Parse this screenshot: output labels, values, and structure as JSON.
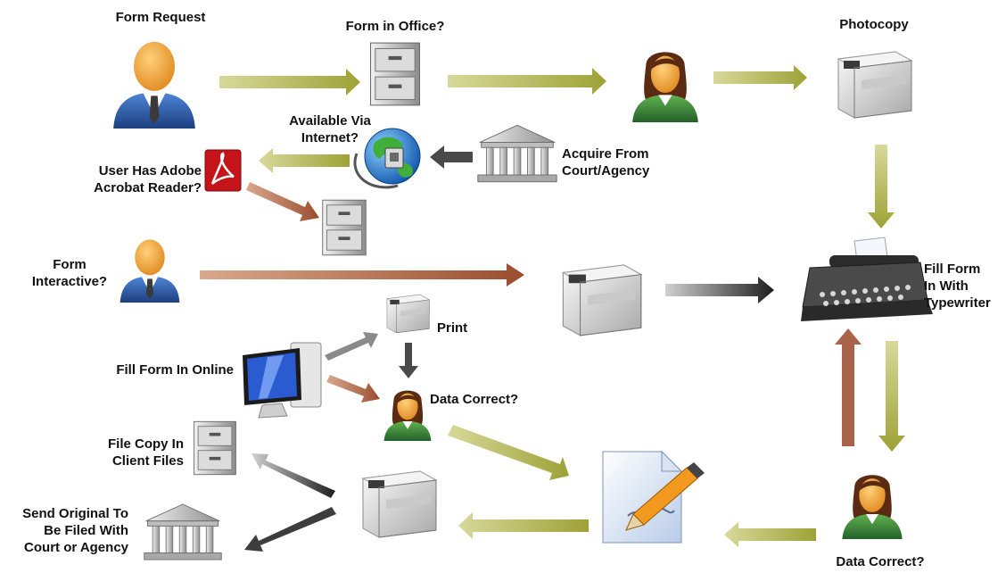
{
  "labels": {
    "form_request": "Form Request",
    "form_in_office": "Form in Office?",
    "photocopy": "Photocopy",
    "available_via_internet": [
      "Available Via",
      "Internet?"
    ],
    "acquire_from": [
      "Acquire From",
      "Court/Agency"
    ],
    "user_has_adobe": [
      "User Has Adobe",
      "Acrobat Reader?"
    ],
    "form_interactive": [
      "Form",
      "Interactive?"
    ],
    "fill_form_typewriter": [
      "Fill Form",
      "In With",
      "Typewriter"
    ],
    "print": "Print",
    "fill_form_online": "Fill Form In Online",
    "data_correct_mid": "Data Correct?",
    "file_copy": [
      "File Copy In",
      "Client Files"
    ],
    "send_original": [
      "Send Original To",
      "Be Filed With",
      "Court or Agency"
    ],
    "data_correct_bottom": "Data Correct?"
  },
  "colors": {
    "olive_arrow": "#a3a63a",
    "brown_arrow": "#9b5a3a",
    "gray_arrow": "#555555",
    "person_suit_blue": "#2d5ea8",
    "person_suit_green": "#3c8a3a",
    "skin": "#f2a23a"
  },
  "icons": {
    "person_man": "businessman-icon",
    "person_woman": "businesswoman-icon",
    "cabinet": "file-cabinet-icon",
    "printer": "printer-icon",
    "globe": "globe-internet-icon",
    "building": "courthouse-icon",
    "pdf": "adobe-pdf-icon",
    "typewriter": "typewriter-icon",
    "computer": "computer-monitor-icon",
    "document_pen": "document-signing-icon"
  }
}
